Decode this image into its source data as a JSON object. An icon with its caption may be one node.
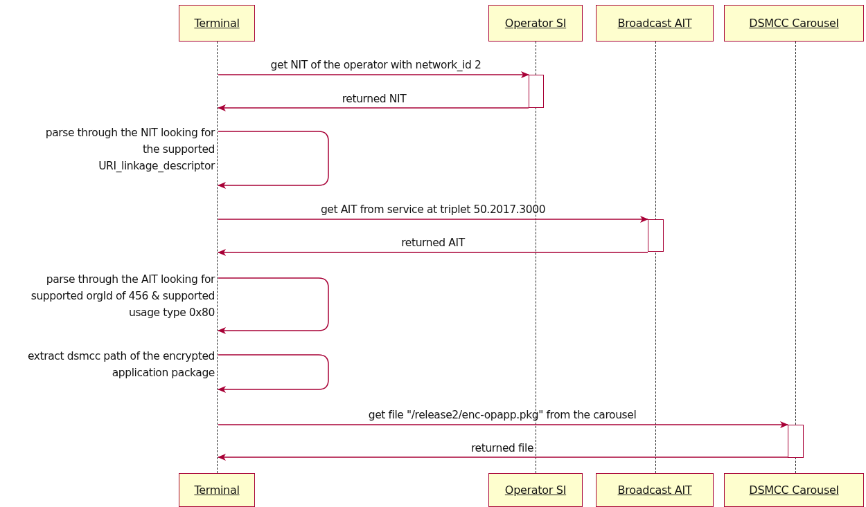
{
  "diagram": {
    "nodes": [
      {
        "text": [
          "Terminal"
        ]
      },
      {
        "text": [
          "Operator SI"
        ]
      },
      {
        "text": [
          "Broadcast AIT"
        ]
      },
      {
        "text": [
          "DSMCC Carousel"
        ]
      },
      {
        "text": [],
        "shape": "line"
      },
      {
        "text": [],
        "shape": "line"
      },
      {
        "text": [],
        "shape": "line"
      },
      {
        "text": [],
        "shape": "line"
      },
      {
        "text": [],
        "shape": "bar"
      },
      {
        "text": [],
        "shape": "bar"
      },
      {
        "text": [],
        "shape": "bar"
      },
      {
        "text": [
          "Terminal"
        ]
      },
      {
        "text": [
          "Operator SI"
        ]
      },
      {
        "text": [
          "Broadcast AIT"
        ]
      },
      {
        "text": [
          "DSMCC Carousel"
        ]
      }
    ],
    "edges": [
      {
        "from": 4,
        "to": 8,
        "arrow": "to",
        "label": "get NIT of the operator with network_id 2"
      },
      {
        "from": 8,
        "to": 4,
        "arrow": "to",
        "label": "returned NIT"
      },
      {
        "from": 4,
        "to": 4,
        "arrow": "to",
        "label": "parse through the NIT looking for the supported URI_linkage_descriptor"
      },
      {
        "from": 4,
        "to": 9,
        "arrow": "to",
        "label": "get AIT from service at triplet 50.2017.3000"
      },
      {
        "from": 9,
        "to": 4,
        "arrow": "to",
        "label": "returned AIT"
      },
      {
        "from": 4,
        "to": 4,
        "arrow": "to",
        "label": "parse through the AIT looking for supported orgId of 456 & supported usage type 0x80"
      },
      {
        "from": 4,
        "to": 4,
        "arrow": "to",
        "label": "extract dsmcc path of the encrypted application package"
      },
      {
        "from": 4,
        "to": 10,
        "arrow": "to",
        "label": "get file \"/release2/enc-opapp.pkg\" from the carousel"
      },
      {
        "from": 10,
        "to": 4,
        "arrow": "to",
        "label": "returned file"
      }
    ]
  }
}
